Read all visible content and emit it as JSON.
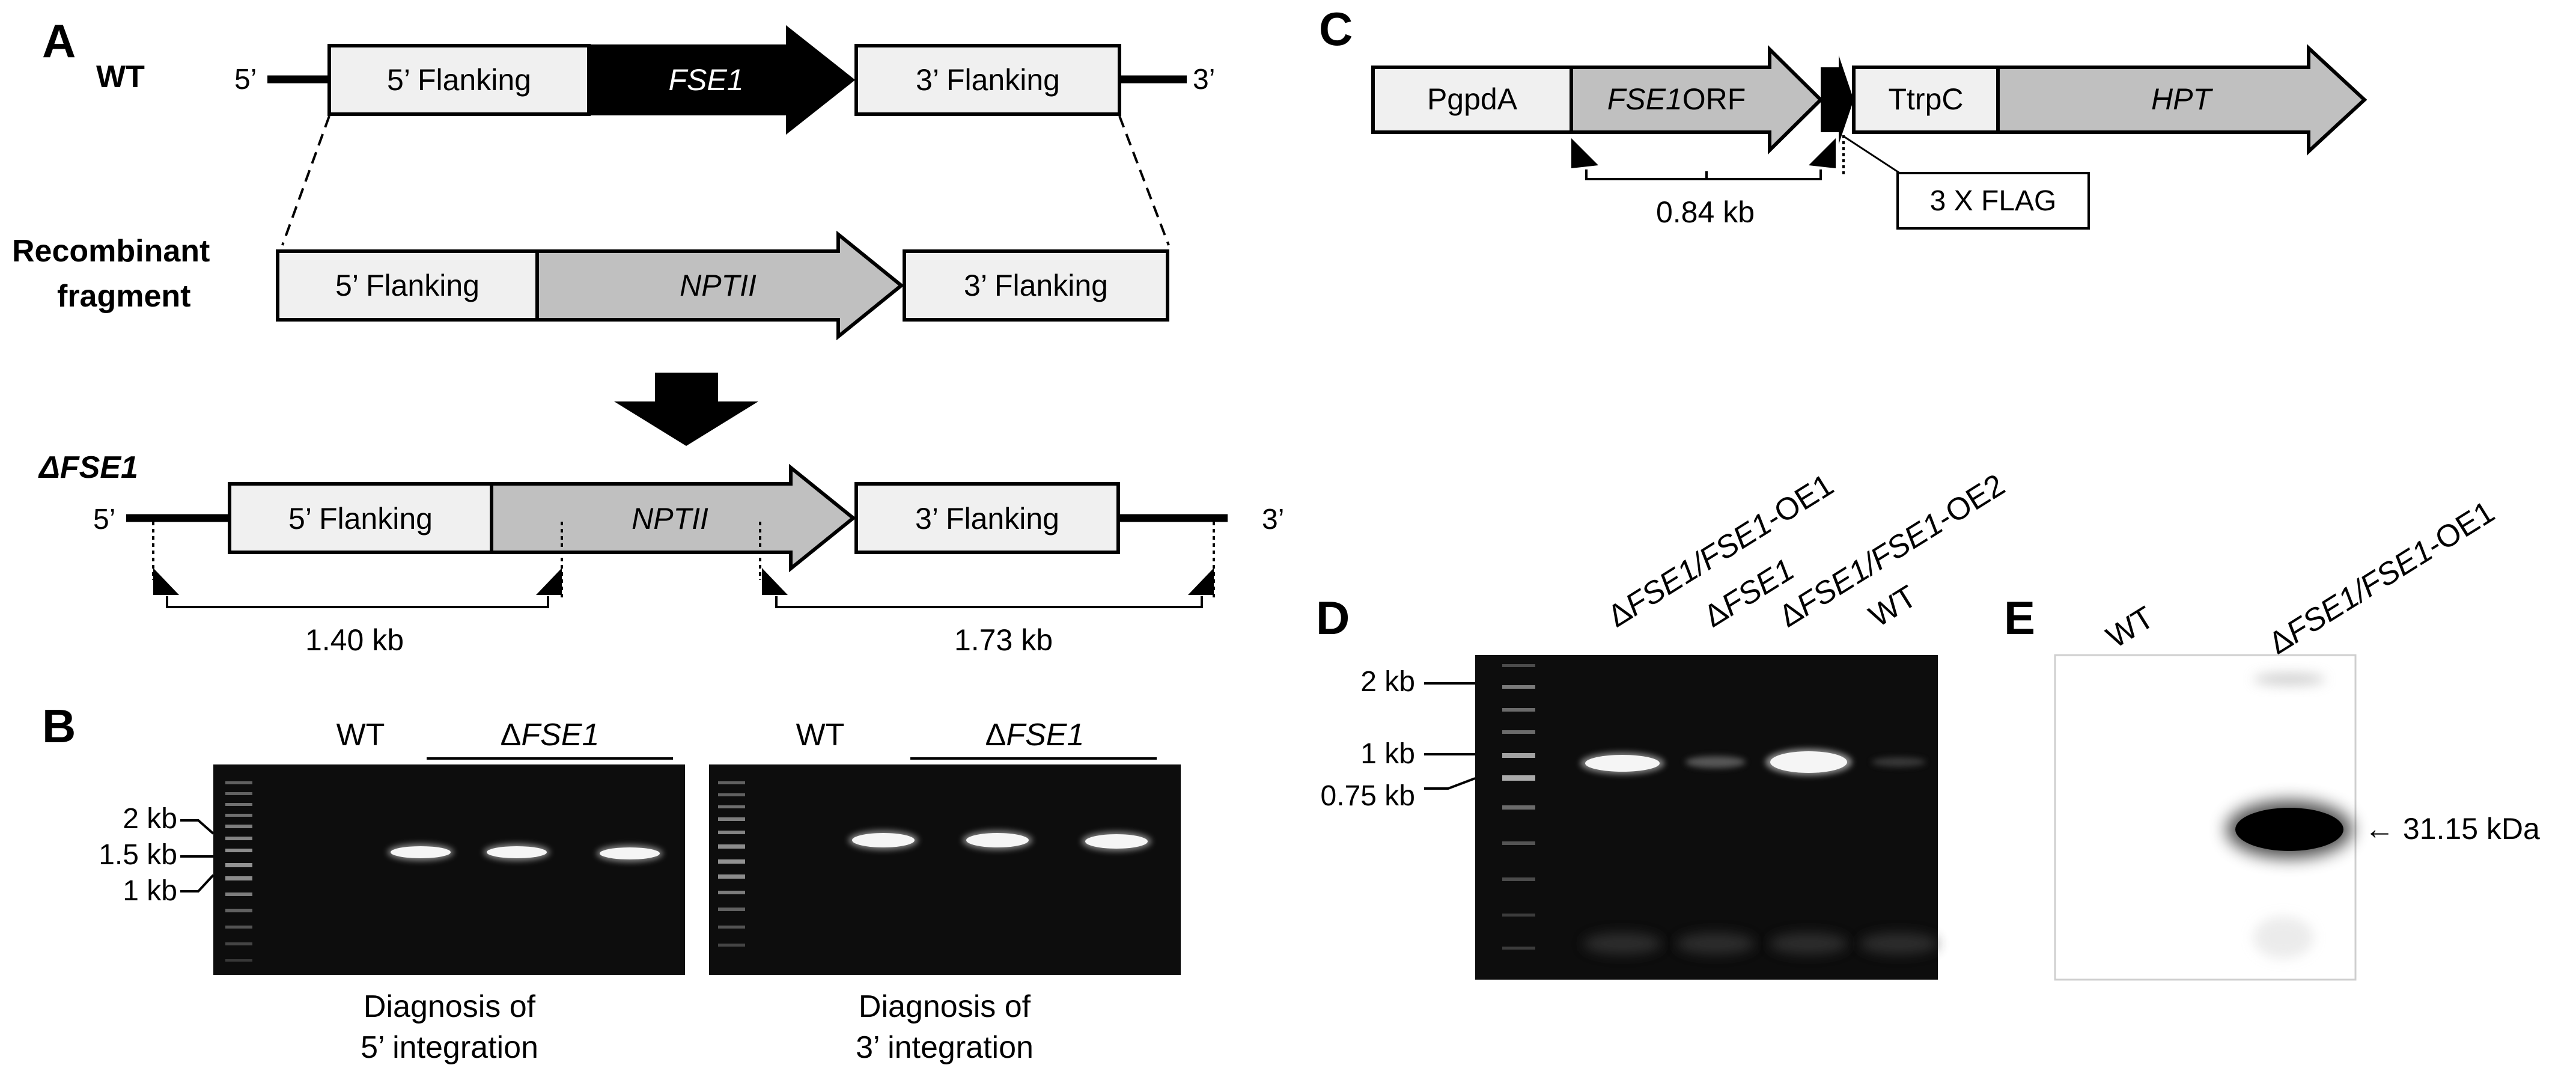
{
  "panels": {
    "A": {
      "letter": "A",
      "wt_label": "WT",
      "recombinant_label_line1": "Recombinant",
      "recombinant_label_line2": "fragment",
      "delta_symbol": "Δ",
      "mutant_gene": "FSE1",
      "five_prime": "5’",
      "three_prime": "3’",
      "five_flank": "5’ Flanking",
      "three_flank": "3’ Flanking",
      "gene": "FSE1",
      "marker": "NPTII",
      "size_left": "1.40 kb",
      "size_right": "1.73 kb"
    },
    "B": {
      "letter": "B",
      "ladder_labels": [
        "2 kb",
        "1.5 kb",
        "1 kb"
      ],
      "wt": "WT",
      "delta_symbol": "Δ",
      "mutant_gene": "FSE1",
      "caption_left_line1": "Diagnosis of",
      "caption_left_line2": "5’ integration",
      "caption_right_line1": "Diagnosis of",
      "caption_right_line2": "3’ integration"
    },
    "C": {
      "letter": "C",
      "promoter": "PgpdA",
      "orf_gene": "FSE1",
      "orf_suffix": "ORF",
      "terminator": "TtrpC",
      "marker": "HPT",
      "flag": "3 X FLAG",
      "size": "0.84 kb"
    },
    "D": {
      "letter": "D",
      "ladder_labels": [
        "2 kb",
        "1 kb",
        "0.75 kb"
      ],
      "lanes": [
        {
          "delta": "Δ",
          "g1": "FSE1",
          "sep": "/",
          "g2": "FSE1",
          "suffix": "-OE1"
        },
        {
          "delta": "Δ",
          "g1": "FSE1",
          "sep": "",
          "g2": "",
          "suffix": ""
        },
        {
          "delta": "Δ",
          "g1": "FSE1",
          "sep": "/",
          "g2": "FSE1",
          "suffix": "-OE2"
        },
        {
          "delta": "",
          "g1": "",
          "sep": "",
          "g2": "",
          "suffix": "WT"
        }
      ]
    },
    "E": {
      "letter": "E",
      "wt": "WT",
      "lane2": {
        "delta": "Δ",
        "g1": "FSE1",
        "sep": "/",
        "g2": "FSE1",
        "suffix": "-OE1"
      },
      "band_label": "← 31.15 kDa"
    }
  },
  "colors": {
    "grey_box": "#c0c0c0",
    "light_box": "#f0f0f0",
    "gel_bg": "#0d0d0d"
  }
}
